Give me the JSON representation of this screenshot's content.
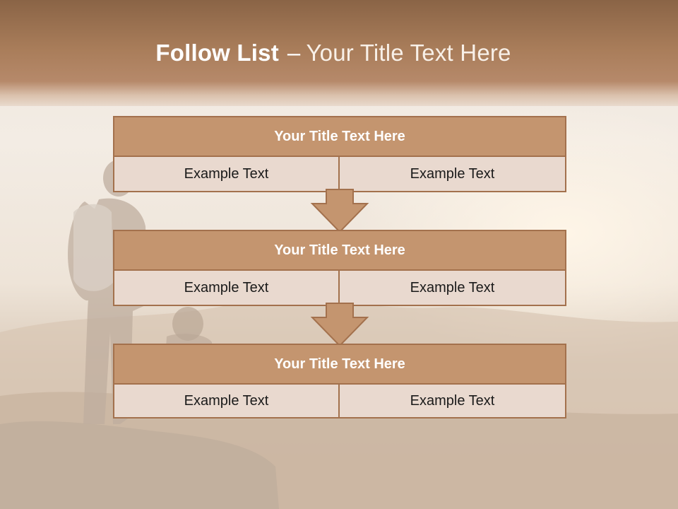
{
  "slide": {
    "title_strong": "Follow List",
    "title_dash": "–",
    "title_rest": "Your Title Text Here"
  },
  "flow": {
    "blocks": [
      {
        "title": "Your Title Text Here",
        "left_text": "Example Text",
        "right_text": "Example Text"
      },
      {
        "title": "Your Title Text Here",
        "left_text": "Example Text",
        "right_text": "Example Text"
      },
      {
        "title": "Your Title Text Here",
        "left_text": "Example Text",
        "right_text": "Example Text"
      }
    ]
  },
  "colors": {
    "header_band": "#a97d5a",
    "block_header": "#c4956f",
    "block_border": "#a3714d",
    "block_cell": "#e9d9cf",
    "arrow_fill": "#c4956f"
  },
  "background": {
    "image": "hiker-with-backpack-photo"
  }
}
